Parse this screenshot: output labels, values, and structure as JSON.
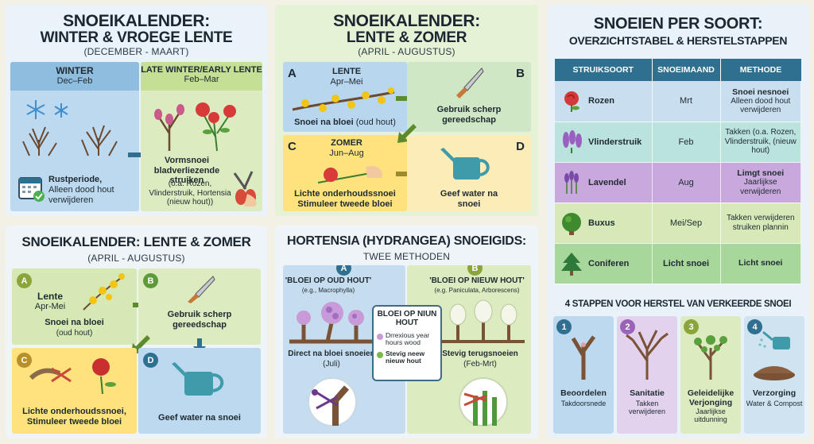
{
  "panel1": {
    "title_line1": "SNOEIKALENDER:",
    "title_line2": "WINTER & VROEGE LENTE",
    "subtitle": "(DECEMBER - MAART)",
    "winter_label": "WINTER",
    "winter_range": "Dec–Feb",
    "late_label": "LATE WINTER/EARLY LENTE",
    "late_range": "Feb–Mar",
    "rest_title": "Rustperiode,",
    "rest_text": "Alleen dood hout verwijderen",
    "shape_title": "Vormsnoei bladverliezende struiken",
    "shape_text": "(o.a. Rozen, Vlinderstruik, Hortensia (nieuw hout))"
  },
  "panel2": {
    "title_line1": "SNOEIKALENDER:",
    "title_line2": "LENTE & ZOMER",
    "subtitle": "(APRIL - AUGUSTUS)",
    "a_letter": "A",
    "a_label": "LENTE",
    "a_range": "Apr–Mei",
    "a_text": "Snoei na bloei",
    "a_note": "(oud hout)",
    "b_letter": "B",
    "b_text": "Gebruik scherp gereedschap",
    "c_letter": "C",
    "c_label": "ZOMER",
    "c_range": "Jun–Aug",
    "c_text": "Lichte onderhoudssnoei Stimuleer tweede bloei",
    "d_letter": "D",
    "d_text": "Geef water na snoei"
  },
  "panel3": {
    "title": "SNOEIKALENDER: LENTE & ZOMER",
    "subtitle": "(APRIL - AUGUSTUS)",
    "a_badge": "A",
    "a_label": "Lente",
    "a_range": "Apr-Mei",
    "a_text": "Snoei na bloei",
    "a_note": "(oud hout)",
    "b_badge": "B",
    "b_text": "Gebruik scherp gereedschap",
    "c_badge": "C",
    "c_text": "Lichte onderhoudssnoei, Stimuleer tweede bloei",
    "d_badge": "D",
    "d_text": "Geef water na snoei"
  },
  "panel4": {
    "title": "HORTENSIA (HYDRANGEA) SNOEIGIDS:",
    "subtitle": "TWEE METHODEN",
    "a_badge": "A",
    "a_title": "'BLOEI OP OUD HOUT'",
    "a_examples": "(e.g., Macrophylla)",
    "a_text": "Direct na bloei snoeien",
    "a_when": "(Juli)",
    "b_badge": "B",
    "b_title": "'BLOEI OP NIEUW HOUT'",
    "b_examples": "(e.g. Paniculata, Arborescens)",
    "b_text": "Stevig terugsnoeien",
    "b_when": "(Feb-Mrt)",
    "legend_title": "BLOEI OP NIUN HOUT",
    "legend_item1": "Drrexious year hours wood",
    "legend_item2": "Stevig neew nieuw hout"
  },
  "panel5": {
    "title_line1": "SNOEIEN PER SOORT:",
    "title_line2": "OVERZICHTSTABEL & HERSTELSTAPPEN",
    "headers": [
      "STRUIKSOORT",
      "SNOEIMAAND",
      "METHODE"
    ],
    "rows": [
      {
        "name": "Rozen",
        "month": "Mrt",
        "method_bold": "Snoei nesnoei",
        "method": "Alleen dood hout verwijderen",
        "icon": "rose-icon",
        "color": "#c9dff0"
      },
      {
        "name": "Vlinderstruik",
        "month": "Feb",
        "method_bold": "",
        "method": "Takken (o.a. Rozen, Vlinderstruik, (nieuw hout)",
        "icon": "butterfly-bush-icon",
        "color": "#b9e3dc"
      },
      {
        "name": "Lavendel",
        "month": "Aug",
        "method_bold": "Limgt snoei",
        "method": "Jaarlijkse verwijderen",
        "icon": "lavender-icon",
        "color": "#c9a9dd"
      },
      {
        "name": "Buxus",
        "month": "Mei/Sep",
        "method_bold": "",
        "method": "Takken verwijderen struiken plannin",
        "icon": "boxwood-icon",
        "color": "#d7e9b8"
      },
      {
        "name": "Coniferen",
        "month": "Licht snoei",
        "method_bold": "Licht snoei",
        "method": "",
        "icon": "conifer-icon",
        "color": "#a8d79b"
      }
    ],
    "steps_title": "4 STAPPEN VOOR HERSTEL VAN VERKEERDE SNOEI",
    "steps": [
      {
        "num": "1",
        "title": "Beoordelen",
        "text": "Takdoorsnede"
      },
      {
        "num": "2",
        "title": "Sanitatie",
        "text": "Takken verwijderen"
      },
      {
        "num": "3",
        "title": "Geleidelijke Verjonging",
        "text": "Jaarlijkse uitdunning"
      },
      {
        "num": "4",
        "title": "Verzorging",
        "text": "Water & Compost"
      }
    ]
  },
  "colors": {
    "blue": "#a9cde8",
    "green": "#d9ebb9",
    "yellow": "#fde27e",
    "teal": "#2f6f8f",
    "purple": "#9a63b8",
    "olive": "#8ba53a"
  }
}
